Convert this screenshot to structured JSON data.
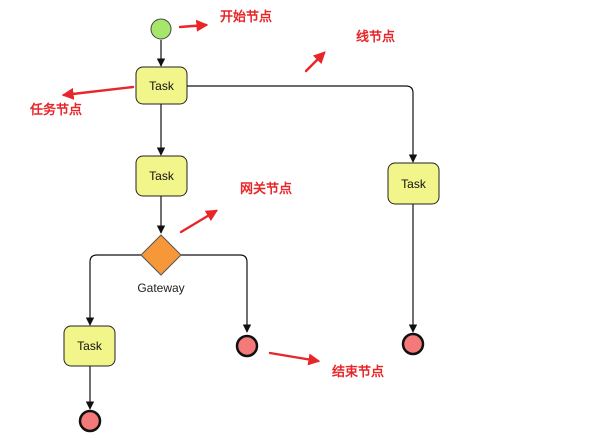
{
  "diagram": {
    "colors": {
      "task_fill": "#f2f58a",
      "task_stroke": "#222222",
      "start_fill": "#a6e66a",
      "end_fill": "#f47a7a",
      "gateway_fill": "#f6973a",
      "line": "#111111",
      "annotation": "#e8262a"
    },
    "nodes": {
      "task1": "Task",
      "task2": "Task",
      "task3": "Task",
      "task4": "Task",
      "gateway": "Gateway"
    },
    "annotations": {
      "start": "开始节点",
      "line": "线节点",
      "task": "任务节点",
      "gateway": "网关节点",
      "end": "结束节点"
    }
  }
}
